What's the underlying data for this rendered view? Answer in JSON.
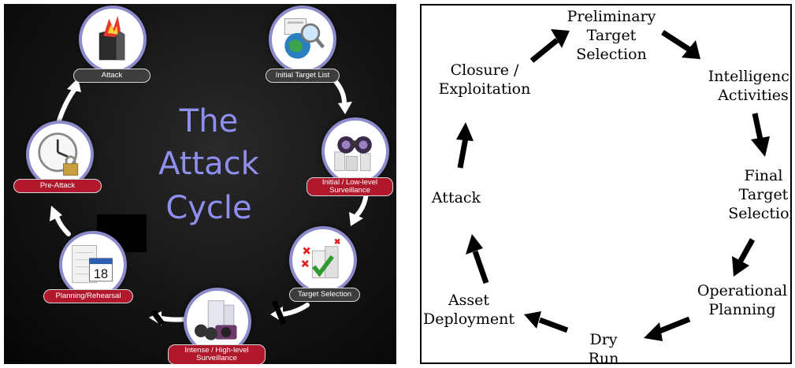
{
  "left_diagram": {
    "title_lines": [
      "The",
      "Attack",
      "Cycle"
    ],
    "stages": [
      {
        "label": "Initial Target List",
        "icon": "globe-magnifier-icon",
        "color": "#3d3d3d"
      },
      {
        "label": "Initial / Low-level Surveillance",
        "icon": "binoculars-buildings-icon",
        "color": "#b2182b"
      },
      {
        "label": "Target Selection",
        "icon": "buildings-checkmark-icon",
        "color": "#3d3d3d"
      },
      {
        "label": "Intense / High-level Surveillance",
        "icon": "camera-binoculars-icon",
        "color": "#b2182b"
      },
      {
        "label": "Planning/Rehearsal",
        "icon": "calendar-building-icon",
        "color": "#b2182b"
      },
      {
        "label": "Pre-Attack",
        "icon": "clock-padlock-icon",
        "color": "#b2182b"
      },
      {
        "label": "Attack",
        "icon": "burning-building-icon",
        "color": "#3d3d3d"
      }
    ],
    "calendar_day": "18"
  },
  "right_diagram": {
    "steps": [
      {
        "label": "Preliminary Target Selection"
      },
      {
        "label": "Intelligence Activities"
      },
      {
        "label": "Final Target Selection"
      },
      {
        "label": "Operational Planning"
      },
      {
        "label": "Dry Run"
      },
      {
        "label": "Asset Deployment"
      },
      {
        "label": "Attack"
      },
      {
        "label": "Closure / Exploitation"
      }
    ]
  }
}
